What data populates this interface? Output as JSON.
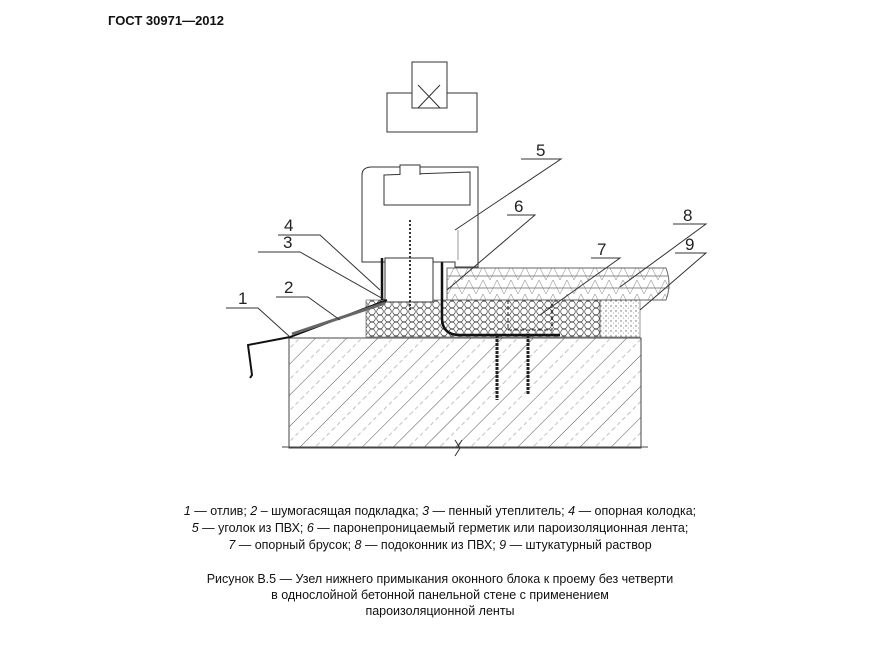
{
  "header": {
    "title": "ГОСТ 30971—2012"
  },
  "drawing": {
    "callouts": [
      "1",
      "2",
      "3",
      "4",
      "5",
      "6",
      "7",
      "8",
      "9"
    ]
  },
  "legend": {
    "items": [
      {
        "num": "1",
        "text": " — отлив; "
      },
      {
        "num": "2",
        "text": " – шумогасящая подкладка; "
      },
      {
        "num": "3",
        "text": " — пенный утеплитель; "
      },
      {
        "num": "4",
        "text": " — опорная колодка;"
      },
      {
        "num": "5",
        "text": " — уголок из ПВХ; "
      },
      {
        "num": "6",
        "text": " — паронепроницаемый герметик или пароизоляционная лента;"
      },
      {
        "num": "7",
        "text": " — опорный брусок; "
      },
      {
        "num": "8",
        "text": " — подоконник из ПВХ; "
      },
      {
        "num": "9",
        "text": " — штукатурный раствор"
      }
    ]
  },
  "caption": {
    "line1": "Рисунок В.5 — Узел нижнего примыкания оконного блока к проему без четверти",
    "line2": "в однослойной бетонной панельной стене с применением",
    "line3": "пароизоляционной ленты"
  }
}
